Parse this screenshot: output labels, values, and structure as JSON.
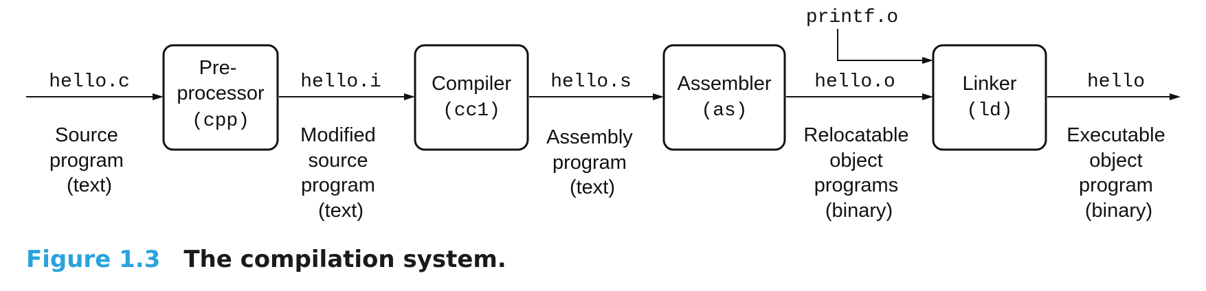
{
  "stages": [
    {
      "title_lines": [
        "Pre-",
        "processor"
      ],
      "program": "(cpp)"
    },
    {
      "title_lines": [
        "Compiler"
      ],
      "program": "(cc1)"
    },
    {
      "title_lines": [
        "Assembler"
      ],
      "program": "(as)"
    },
    {
      "title_lines": [
        "Linker"
      ],
      "program": "(ld)"
    }
  ],
  "files": [
    {
      "name": "hello.c",
      "desc": [
        "Source",
        "program",
        "(text)"
      ]
    },
    {
      "name": "hello.i",
      "desc": [
        "Modified",
        "source",
        "program",
        "(text)"
      ]
    },
    {
      "name": "hello.s",
      "desc": [
        "Assembly",
        "program",
        "(text)"
      ]
    },
    {
      "name": "hello.o",
      "desc": [
        "Relocatable",
        "object",
        "programs",
        "(binary)"
      ]
    },
    {
      "name": "hello",
      "desc": [
        "Executable",
        "object",
        "program",
        "(binary)"
      ]
    }
  ],
  "library_input": "printf.o",
  "caption": {
    "figure": "Figure 1.3",
    "title": "The compilation system."
  }
}
